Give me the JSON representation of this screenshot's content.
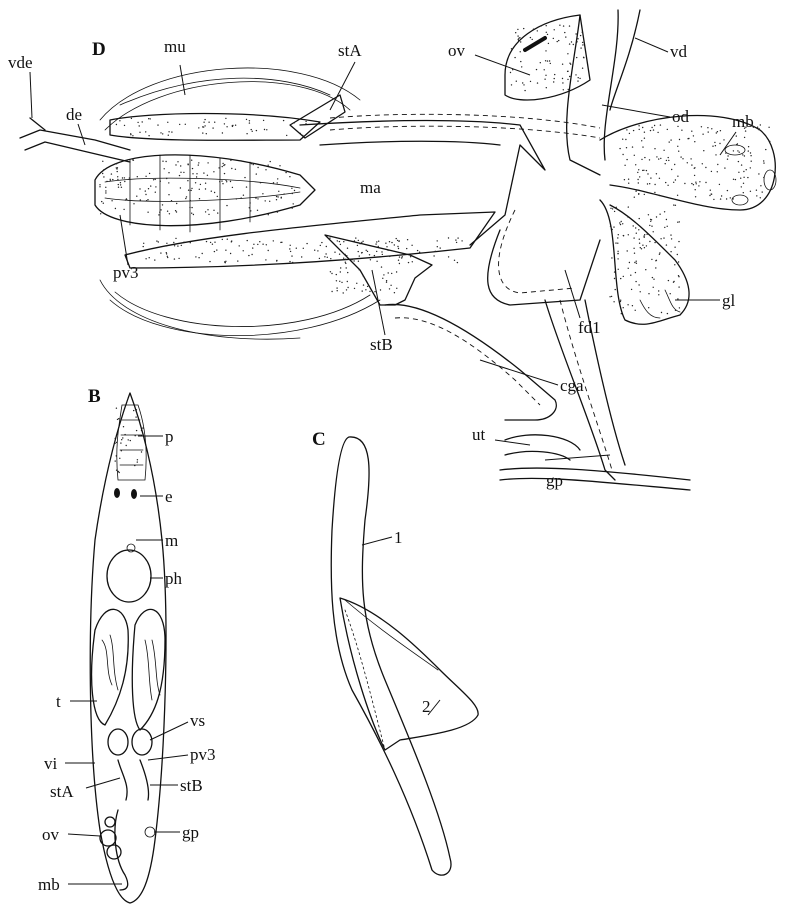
{
  "panels": {
    "D": "D",
    "B": "B",
    "C": "C"
  },
  "labels_D": {
    "vde": "vde",
    "de": "de",
    "mu": "mu",
    "stA": "stA",
    "ov": "ov",
    "vd": "vd",
    "od": "od",
    "mb": "mb",
    "ma": "ma",
    "pv3": "pv3",
    "stB": "stB",
    "fd1": "fd1",
    "gl": "gl",
    "cga": "cga",
    "ut": "ut",
    "gp": "gp"
  },
  "labels_B": {
    "p": "p",
    "e": "e",
    "m": "m",
    "ph": "ph",
    "t": "t",
    "vs": "vs",
    "vi": "vi",
    "pv3": "pv3",
    "stA": "stA",
    "stB": "stB",
    "ov": "ov",
    "gp": "gp",
    "mb": "mb"
  },
  "labels_C": {
    "one": "1",
    "two": "2"
  }
}
